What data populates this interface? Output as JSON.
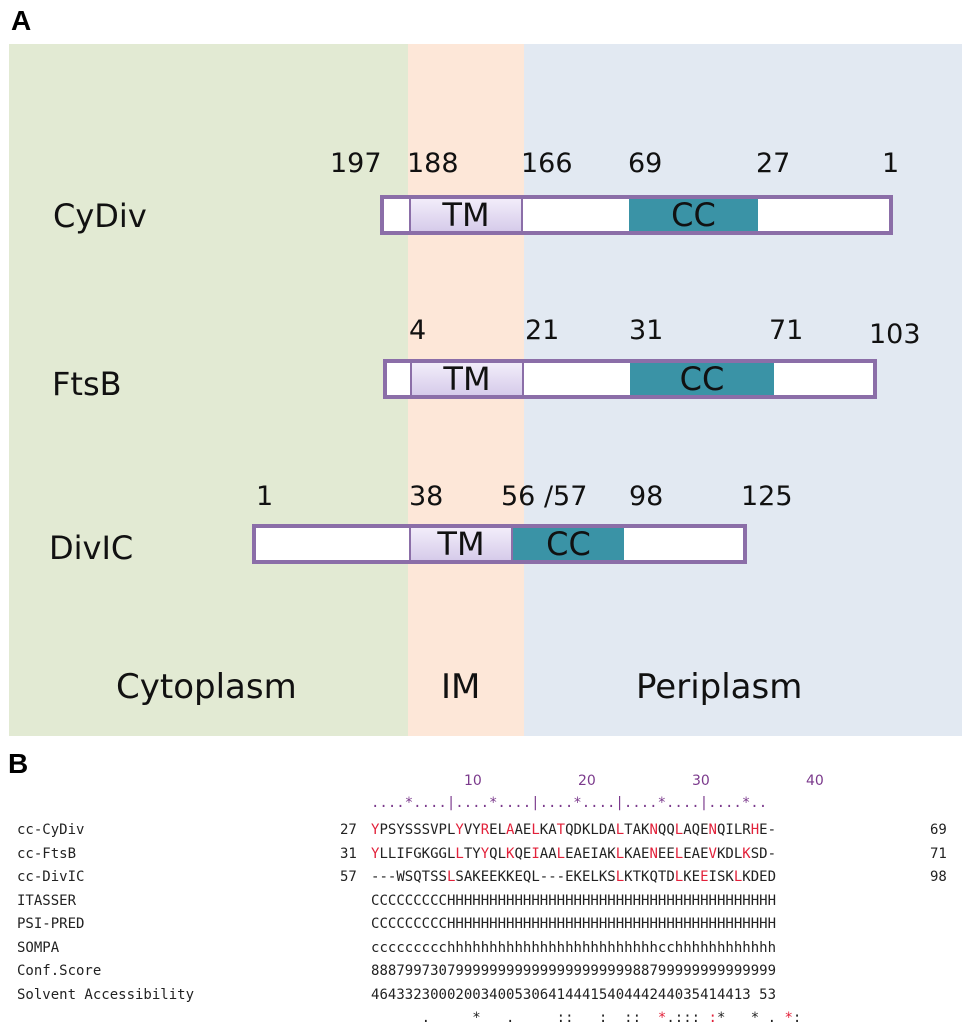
{
  "panel_a_label": "A",
  "panel_b_label": "B",
  "regions": {
    "cytoplasm": "Cytoplasm",
    "im": "IM",
    "periplasm": "Periplasm"
  },
  "colors": {
    "cytoplasm": "#e2ead3",
    "im": "#fde7d8",
    "periplasm": "#e2e9f2",
    "tm": "#ddd2ee",
    "cc": "#3a93a6",
    "border": "#8b6ea8",
    "highlight": "#e2213a"
  },
  "proteins": [
    {
      "name": "CyDiv",
      "numbers": [
        "197",
        "188",
        "166",
        "69",
        "27",
        "1"
      ],
      "tm": "TM",
      "cc": "CC"
    },
    {
      "name": "FtsB",
      "numbers": [
        "4",
        "21",
        "31",
        "71",
        "103"
      ],
      "tm": "TM",
      "cc": "CC"
    },
    {
      "name": "DivIC",
      "numbers": [
        "1",
        "38",
        "56 /57",
        "98",
        "125"
      ],
      "tm": "TM",
      "cc": "CC"
    }
  ],
  "alignment": {
    "ruler_numbers": [
      "10",
      "20",
      "30",
      "40"
    ],
    "ruler": "....*....|....*....|....*....|....*....|....*..",
    "rows": [
      {
        "label": "cc-CyDiv",
        "start": "27",
        "seq": "YPSYSSSVPLYVYRELAAELKATQDKLDALTAKNQQLAQENQILRHE-",
        "end": "69",
        "red": [
          0,
          10,
          13,
          16,
          19,
          22,
          29,
          33,
          36,
          40,
          45
        ]
      },
      {
        "label": "cc-FtsB",
        "start": "31",
        "seq": "YLLIFGKGGLLTYYQLKQEIAALEAEIAKLKAENEELEAEVKDLKSD-",
        "end": "71",
        "red": [
          0,
          10,
          13,
          16,
          19,
          22,
          29,
          33,
          36,
          40,
          44
        ]
      },
      {
        "label": "cc-DivIC",
        "start": "57",
        "seq": "---WSQTSSLSAKEEKKEQL---EKELKSLKTKQTDLKEEISKLKDED",
        "end": "98",
        "red": [
          9,
          29,
          36,
          39,
          43
        ]
      },
      {
        "label": "ITASSER",
        "seq": "CCCCCCCCCHHHHHHHHHHHHHHHHHHHHHHHHHHHHHHHHHHHHHHH"
      },
      {
        "label": "PSI-PRED",
        "seq": "CCCCCCCCCHHHHHHHHHHHHHHHHHHHHHHHHHHHHHHHHHHHHHHH"
      },
      {
        "label": "SOMPA",
        "seq": "ccccccccchhhhhhhhhhhhhhhhhhhhhhhhhcchhhhhhhhhhhh"
      },
      {
        "label": "Conf.Score",
        "seq": "888799730799999999999999999999988799999999999999"
      },
      {
        "label": "Solvent Accessibility",
        "seq": "464332300020034005306414441540444244035414413 53"
      }
    ],
    "conservation": "      .     *   .     ::   :  ::  *.::: :*   * . *:",
    "conservation_red": [
      34,
      40,
      49
    ]
  }
}
